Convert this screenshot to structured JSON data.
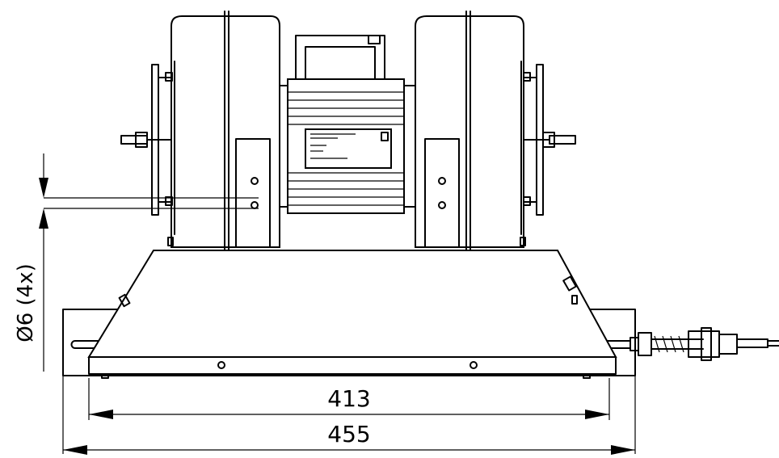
{
  "dimensions": {
    "inner_width": "413",
    "outer_width": "455",
    "hole_diameter": "Ø6 (4x)"
  }
}
